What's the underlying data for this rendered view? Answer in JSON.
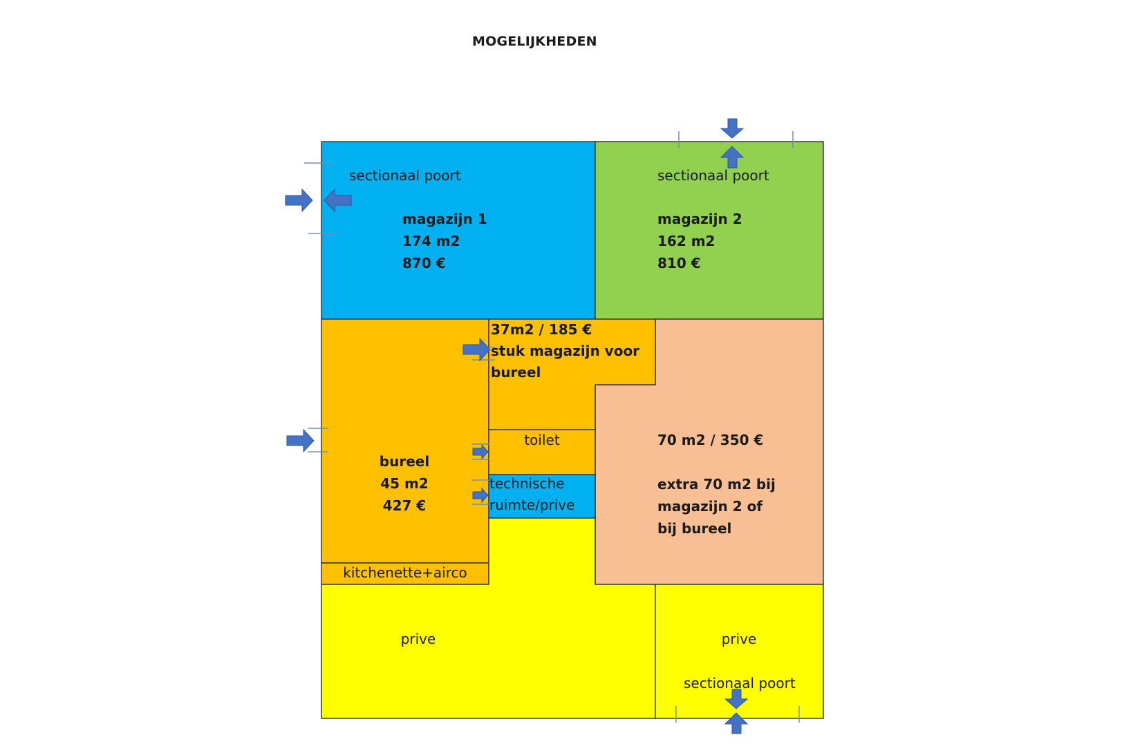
{
  "title": "MOGELIJKHEDEN",
  "colors": {
    "blue": "#00B0F0",
    "green": "#92D050",
    "orange": "#FFC000",
    "salmon": "#F8BF94",
    "yellow": "#FFFF00",
    "arrow": "#4472C4",
    "outline": "#3a3a3a"
  },
  "rooms": {
    "magazijn1": {
      "door_label": "sectionaal poort",
      "name": "magazijn 1",
      "area": "174 m2",
      "price": "870 €"
    },
    "magazijn2": {
      "door_label": "sectionaal poort",
      "name": "magazijn 2",
      "area": "162 m2",
      "price": "810 €"
    },
    "office_extension": {
      "line1": "37m2 / 185 €",
      "line2": "stuk magazijn voor",
      "line3": "bureel"
    },
    "bureel": {
      "name": "bureel",
      "area": "45 m2",
      "price": "427 €"
    },
    "toilet": {
      "name": "toilet"
    },
    "technische": {
      "line1": "technische",
      "line2": "ruimte/prive"
    },
    "kitchenette": {
      "name": "kitchenette+airco"
    },
    "extra": {
      "line1": "70 m2 / 350 €",
      "line2": "extra 70 m2 bij",
      "line3": "magazijn 2 of",
      "line4": "bij bureel"
    },
    "prive_left": {
      "name": "prive"
    },
    "prive_right": {
      "name": "prive",
      "door_label": "sectionaal poort"
    }
  }
}
